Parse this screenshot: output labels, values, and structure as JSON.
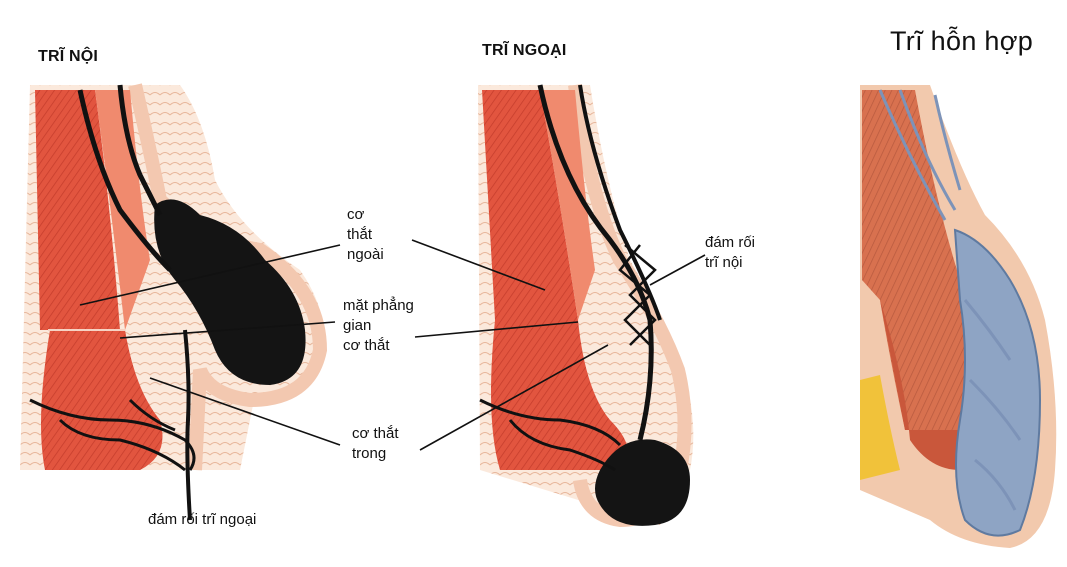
{
  "panels": {
    "internal": {
      "title": "TRĨ NỘI"
    },
    "external": {
      "title": "TRĨ NGOẠI"
    },
    "mixed": {
      "title": "Trĩ hỗn hợp"
    }
  },
  "labels": {
    "external_sphincter": "cơ\nthắt\nngoài",
    "intersphincteric_plane": "mặt phẳng\ngian\ncơ thắt",
    "internal_sphincter": "cơ thắt\ntrong",
    "internal_plexus": "đám rối\ntrĩ nội",
    "external_plexus": "đám rối trĩ ngoại"
  },
  "colors": {
    "muscle": "#e2553f",
    "muscle_light": "#f08a6e",
    "fat": "#f6c3ab",
    "skin": "#f3d2bf",
    "vein": "#111111",
    "mixed_vein": "#8ea4c4",
    "mixed_fat": "#f1c23a"
  }
}
